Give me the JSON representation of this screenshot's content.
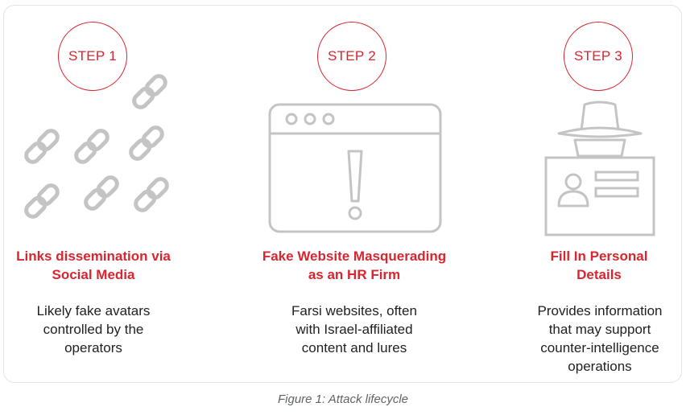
{
  "steps": [
    {
      "label": "STEP 1",
      "title_line1": "Links dissemination via",
      "title_line2": "Social Media",
      "desc_line1": "Likely fake avatars",
      "desc_line2": "controlled by the",
      "desc_line3": "operators",
      "icon": "chain-links-icon"
    },
    {
      "label": "STEP 2",
      "title_line1": "Fake Website Masquerading",
      "title_line2": "as an HR Firm",
      "desc_line1": "Farsi websites, often",
      "desc_line2": "with Israel-affiliated",
      "desc_line3": "content and lures",
      "icon": "browser-warning-icon"
    },
    {
      "label": "STEP 3",
      "title_line1": "Fill In Personal",
      "title_line2": "Details",
      "desc_line1": "Provides information",
      "desc_line2": "that may support",
      "desc_line3": "counter-intelligence",
      "desc_line4": "operations",
      "icon": "spy-id-card-icon"
    }
  ],
  "caption": "Figure 1: Attack lifecycle",
  "colors": {
    "accent": "#d7262f",
    "icon_stroke": "#c4c4c4",
    "text": "#202124",
    "caption": "#5f6368"
  }
}
